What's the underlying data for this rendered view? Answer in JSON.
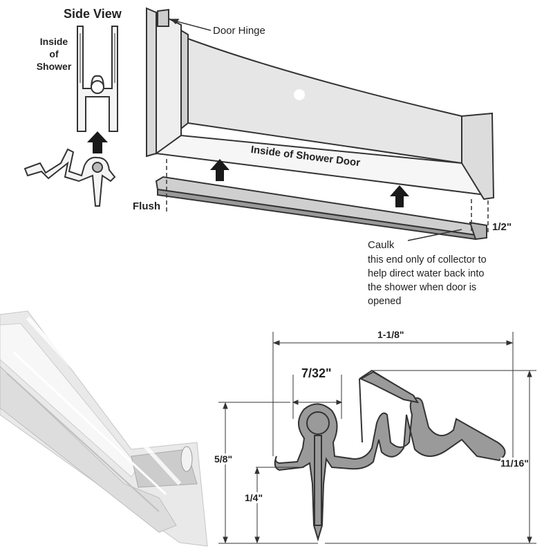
{
  "side_view": {
    "title": "Side View",
    "inside_label_line1": "Inside",
    "inside_label_line2": "of",
    "inside_label_line3": "Shower"
  },
  "door_diagram": {
    "door_hinge": "Door Hinge",
    "inside_of_shower_door": "Inside of Shower Door",
    "flush": "Flush",
    "half_inch": "1/2\"",
    "caulk": "Caulk",
    "caulk_note_line1": "this end only of collector to",
    "caulk_note_line2": "help direct water back into",
    "caulk_note_line3": "the shower when door is",
    "caulk_note_line4": "opened"
  },
  "profile_dimensions": {
    "overall_width": "1-1/8\"",
    "bulb_width": "7/32\"",
    "left_height": "5/8\"",
    "right_height": "11/16\"",
    "fin_height": "1/4\""
  },
  "colors": {
    "line": "#333333",
    "profile_fill": "#9a9a9a",
    "door_glass": "#e6e6e6",
    "frame": "#d9d9d9",
    "arrow": "#1a1a1a"
  }
}
